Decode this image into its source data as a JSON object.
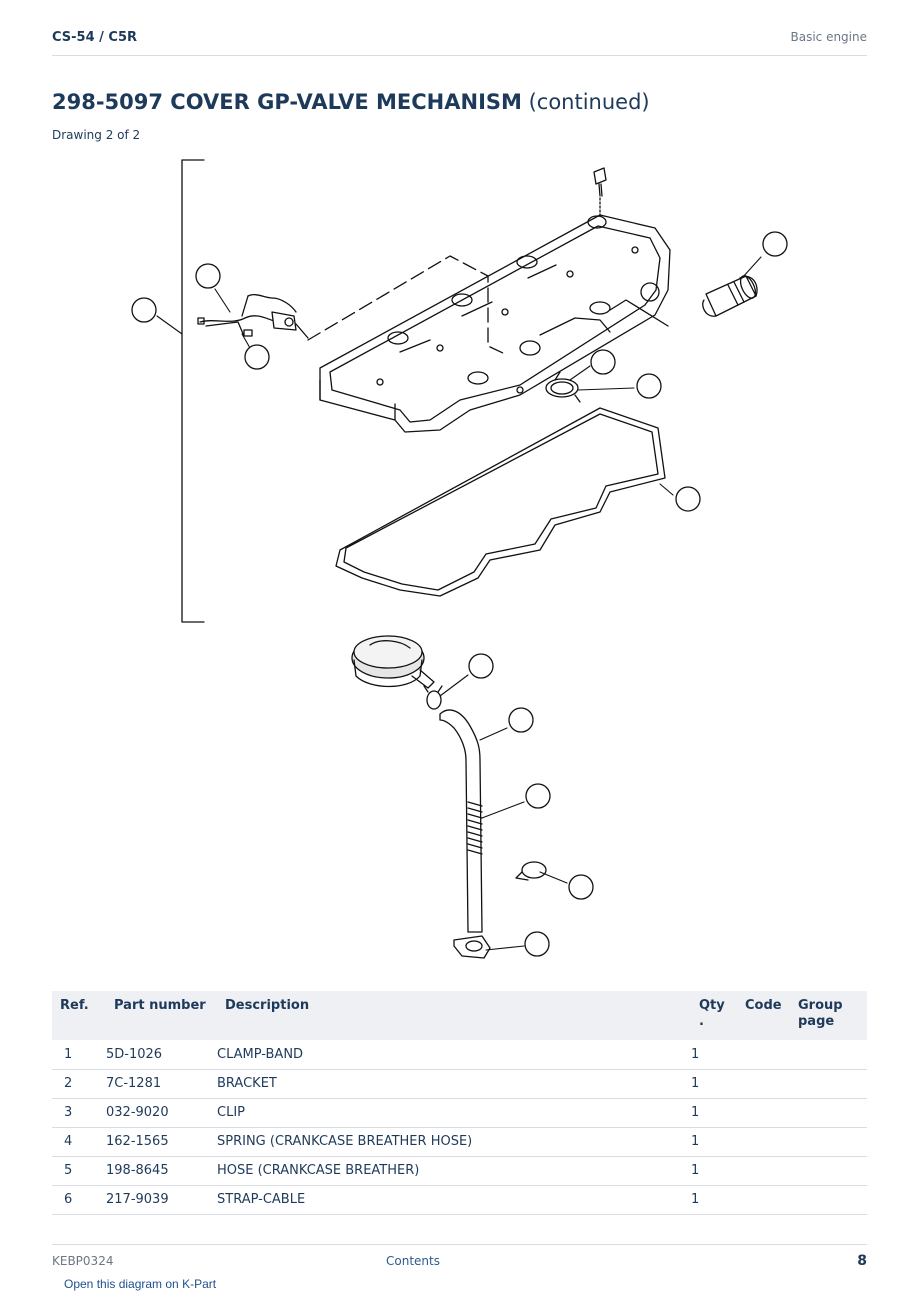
{
  "header": {
    "model": "CS-54  /  C5R",
    "section": "Basic engine"
  },
  "title": {
    "main": "298-5097 COVER GP-VALVE MECHANISM",
    "suffix": " (continued)"
  },
  "drawing_label": "Drawing 2 of 2",
  "diagram": {
    "callout_icon": "blank-callout-circle"
  },
  "table": {
    "headers": {
      "ref": "Ref.",
      "part_number": "Part number",
      "description": "Description",
      "qty": "Qty\n.",
      "code": "Code",
      "group_page": "Group page"
    },
    "rows": [
      {
        "ref": "1",
        "part_number": "5D-1026",
        "description": "CLAMP-BAND",
        "qty": "1",
        "code": "",
        "group_page": ""
      },
      {
        "ref": "2",
        "part_number": "7C-1281",
        "description": "BRACKET",
        "qty": "1",
        "code": "",
        "group_page": ""
      },
      {
        "ref": "3",
        "part_number": "032-9020",
        "description": "CLIP",
        "qty": "1",
        "code": "",
        "group_page": ""
      },
      {
        "ref": "4",
        "part_number": "162-1565",
        "description": "SPRING (CRANKCASE BREATHER HOSE)",
        "qty": "1",
        "code": "",
        "group_page": ""
      },
      {
        "ref": "5",
        "part_number": "198-8645",
        "description": "HOSE (CRANKCASE BREATHER)",
        "qty": "1",
        "code": "",
        "group_page": ""
      },
      {
        "ref": "6",
        "part_number": "217-9039",
        "description": "STRAP-CABLE",
        "qty": "1",
        "code": "",
        "group_page": ""
      }
    ]
  },
  "footer": {
    "doc_id": "KEBP0324",
    "contents_link": "Contents",
    "page_number": "8"
  },
  "kpart_link": "Open this diagram on K-Part"
}
